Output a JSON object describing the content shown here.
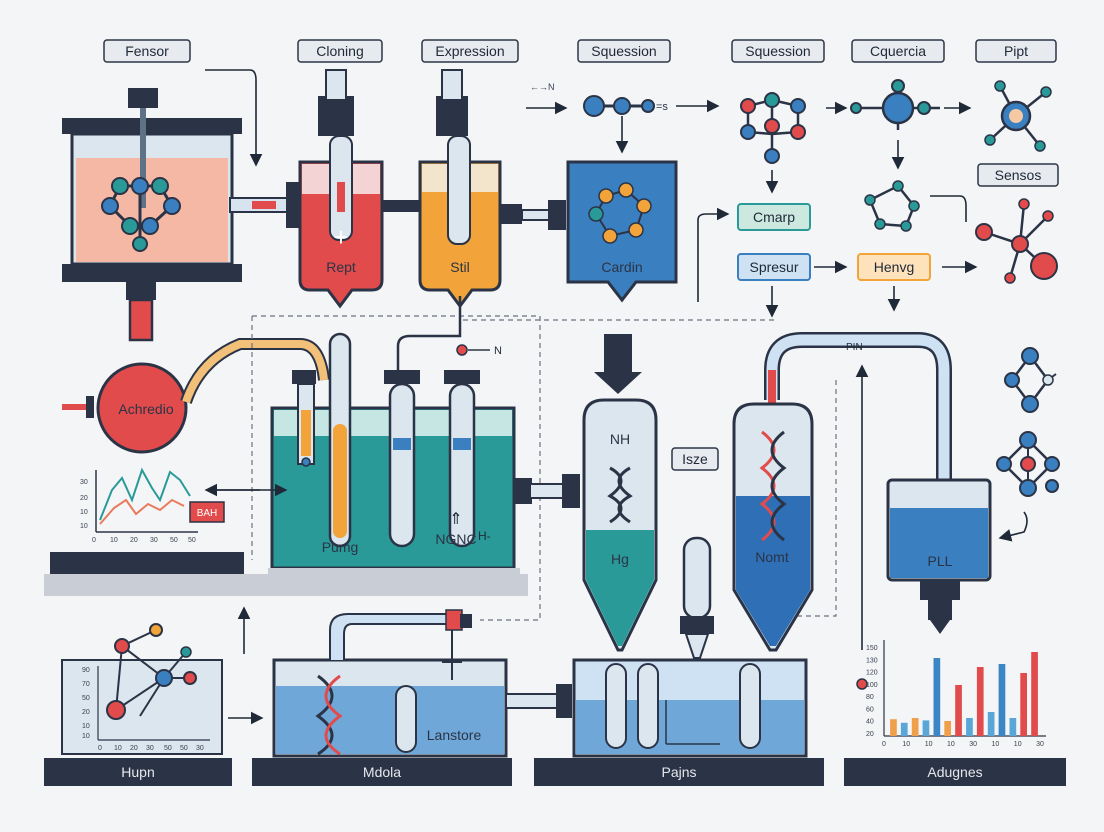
{
  "top_tags": [
    "Fensor",
    "Cloning",
    "Expression",
    "Squession",
    "Squession",
    "Cquercia",
    "Pipt"
  ],
  "side_tags": {
    "sensos": "Sensos",
    "lsze": "Isze"
  },
  "vessel_labels": {
    "achredio": "Achredio",
    "rept": "Rept",
    "stil": "Stil",
    "cardin": "Cardin",
    "pumg": "Pumg",
    "ngnc": "NGNC",
    "ngnc_h": "H-",
    "nh": "NH",
    "hg": "Hg",
    "nomt": "Nomt",
    "pll": "PLL",
    "lanstore": "Lanstore"
  },
  "small_text": {
    "n_marker": "N",
    "pin": "PIN",
    "arrow_note": "←→N"
  },
  "flow_boxes": {
    "cmarp": "Cmarp",
    "spresur": "Spresur",
    "henvg": "Henvg"
  },
  "baselabels": [
    "Hupn",
    "Mdola",
    "Pajns",
    "Adugnes"
  ],
  "mini_tag": "BAH",
  "line_chart": {
    "y_ticks": [
      "30",
      "20",
      "10",
      "10"
    ],
    "x_ticks": [
      "0",
      "10",
      "20",
      "30",
      "50",
      "50"
    ]
  },
  "network_chart": {
    "y_ticks": [
      "90",
      "70",
      "50",
      "20",
      "10",
      "10"
    ],
    "x_ticks": [
      "0",
      "10",
      "20",
      "30",
      "50",
      "50",
      "30"
    ]
  },
  "chart_data": {
    "type": "bar",
    "title": "",
    "xlabel": "",
    "ylabel": "",
    "y_ticks": [
      "150",
      "130",
      "120",
      "100",
      "80",
      "60",
      "40",
      "20"
    ],
    "x_ticks": [
      "0",
      "10",
      "10",
      "10",
      "30",
      "10",
      "10",
      "30"
    ],
    "ylim": [
      0,
      150
    ],
    "values": [
      28,
      22,
      30,
      26,
      130,
      25,
      85,
      30,
      115,
      40,
      120,
      30,
      105,
      140
    ],
    "bar_colors": [
      "#f0a04b",
      "#5aa6d6",
      "#f0a04b",
      "#5aa6d6",
      "#3b86c4",
      "#f0a04b",
      "#e24b4b",
      "#5aa6d6",
      "#e24b4b",
      "#5aa6d6",
      "#3b86c4",
      "#5aa6d6",
      "#e24b4b",
      "#e24b4b"
    ]
  },
  "colors": {
    "dark": "#2b3446",
    "teal": "#2a9a99",
    "blue": "#3a7fc0",
    "red": "#e24b4b",
    "orange": "#f2a33a",
    "tagbg": "#e7eaef",
    "flowbox_green": "#cde9df",
    "flowbox_blue": "#cfe2f3",
    "flowbox_orange": "#fde2bb"
  }
}
